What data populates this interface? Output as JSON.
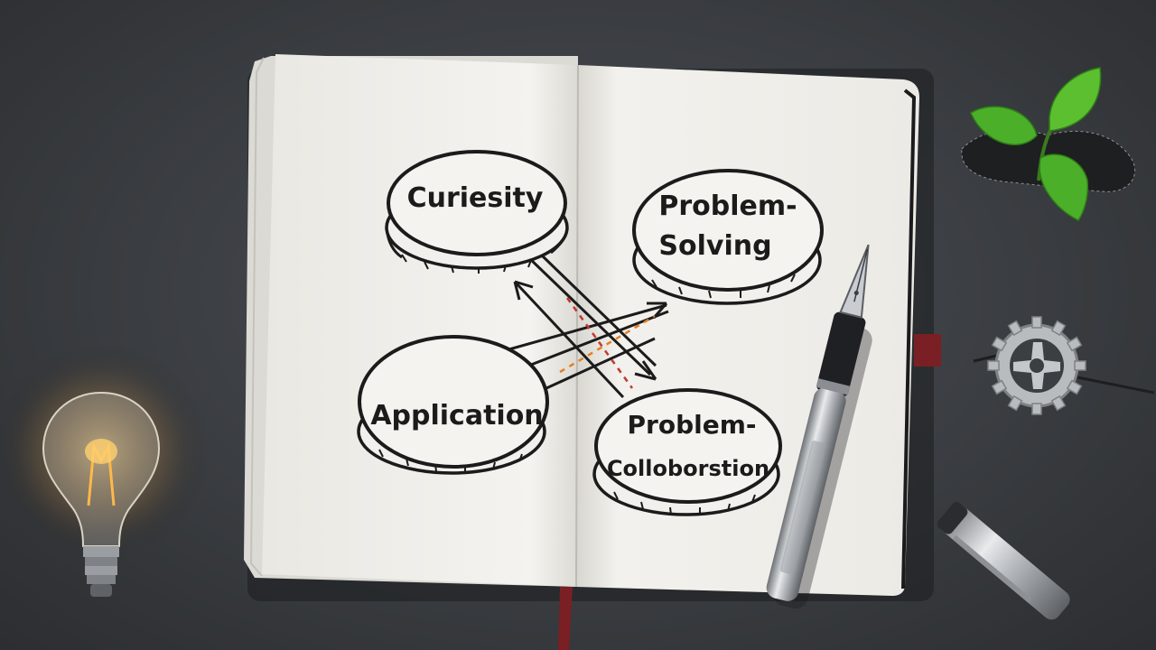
{
  "notebook": {
    "nodes": [
      {
        "id": "curiosity",
        "label": "Curiesity"
      },
      {
        "id": "problem-solving",
        "label_line1": "Problem-",
        "label_line2": "Solving"
      },
      {
        "id": "application",
        "label": "Application"
      },
      {
        "id": "problem-collaboration",
        "label_line1": "Problem-",
        "label_line2": "Colloborstion"
      }
    ]
  },
  "objects": {
    "light_bulb": "light-bulb-icon",
    "plant": "plant-sprout-icon",
    "gear": "gear-icon",
    "pen": "fountain-pen-icon",
    "pen_cap": "pen-cap-icon",
    "bookmark": "bookmark-ribbon-icon"
  },
  "colors": {
    "background": "#3a3d41",
    "paper": "#f1f0ec",
    "ink": "#1b1b1b",
    "accent_red": "#c0392b",
    "accent_orange": "#e67e22",
    "leaf_green": "#4caf2a",
    "ribbon": "#7a1f24"
  }
}
